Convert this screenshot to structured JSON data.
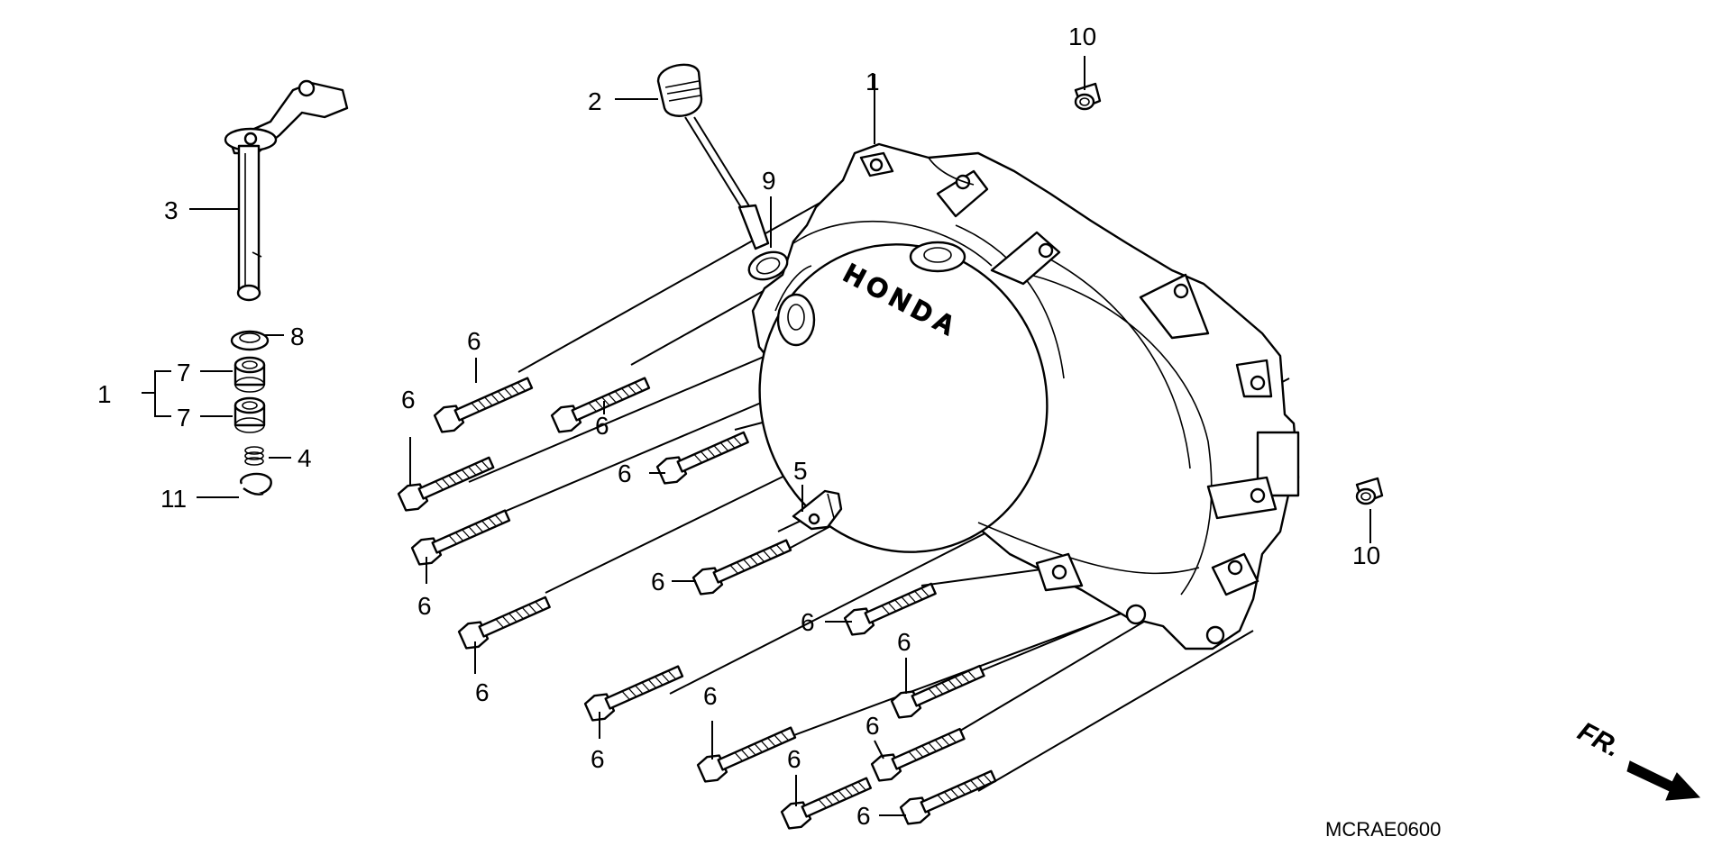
{
  "labels": {
    "cover": "1",
    "set": "1",
    "dipstick": "2",
    "shaft": "3",
    "spring": "4",
    "clamp": "5",
    "bolt": "6",
    "bearing": "7",
    "seal": "8",
    "washer": "9",
    "dowel": "10",
    "clip": "11"
  },
  "diagram_code": "MCRAE0600",
  "front_marker": "FR.",
  "bolt_callouts": [
    {
      "text": "6"
    },
    {
      "text": "6"
    },
    {
      "text": "6"
    },
    {
      "text": "6"
    },
    {
      "text": "6"
    },
    {
      "text": "6"
    },
    {
      "text": "6"
    },
    {
      "text": "6"
    },
    {
      "text": "6"
    },
    {
      "text": "6"
    },
    {
      "text": "6"
    },
    {
      "text": "6"
    },
    {
      "text": "6"
    },
    {
      "text": "6"
    }
  ],
  "dowel_callouts": [
    {
      "text": "10"
    },
    {
      "text": "10"
    }
  ],
  "cover_brand_text": "HONDA"
}
